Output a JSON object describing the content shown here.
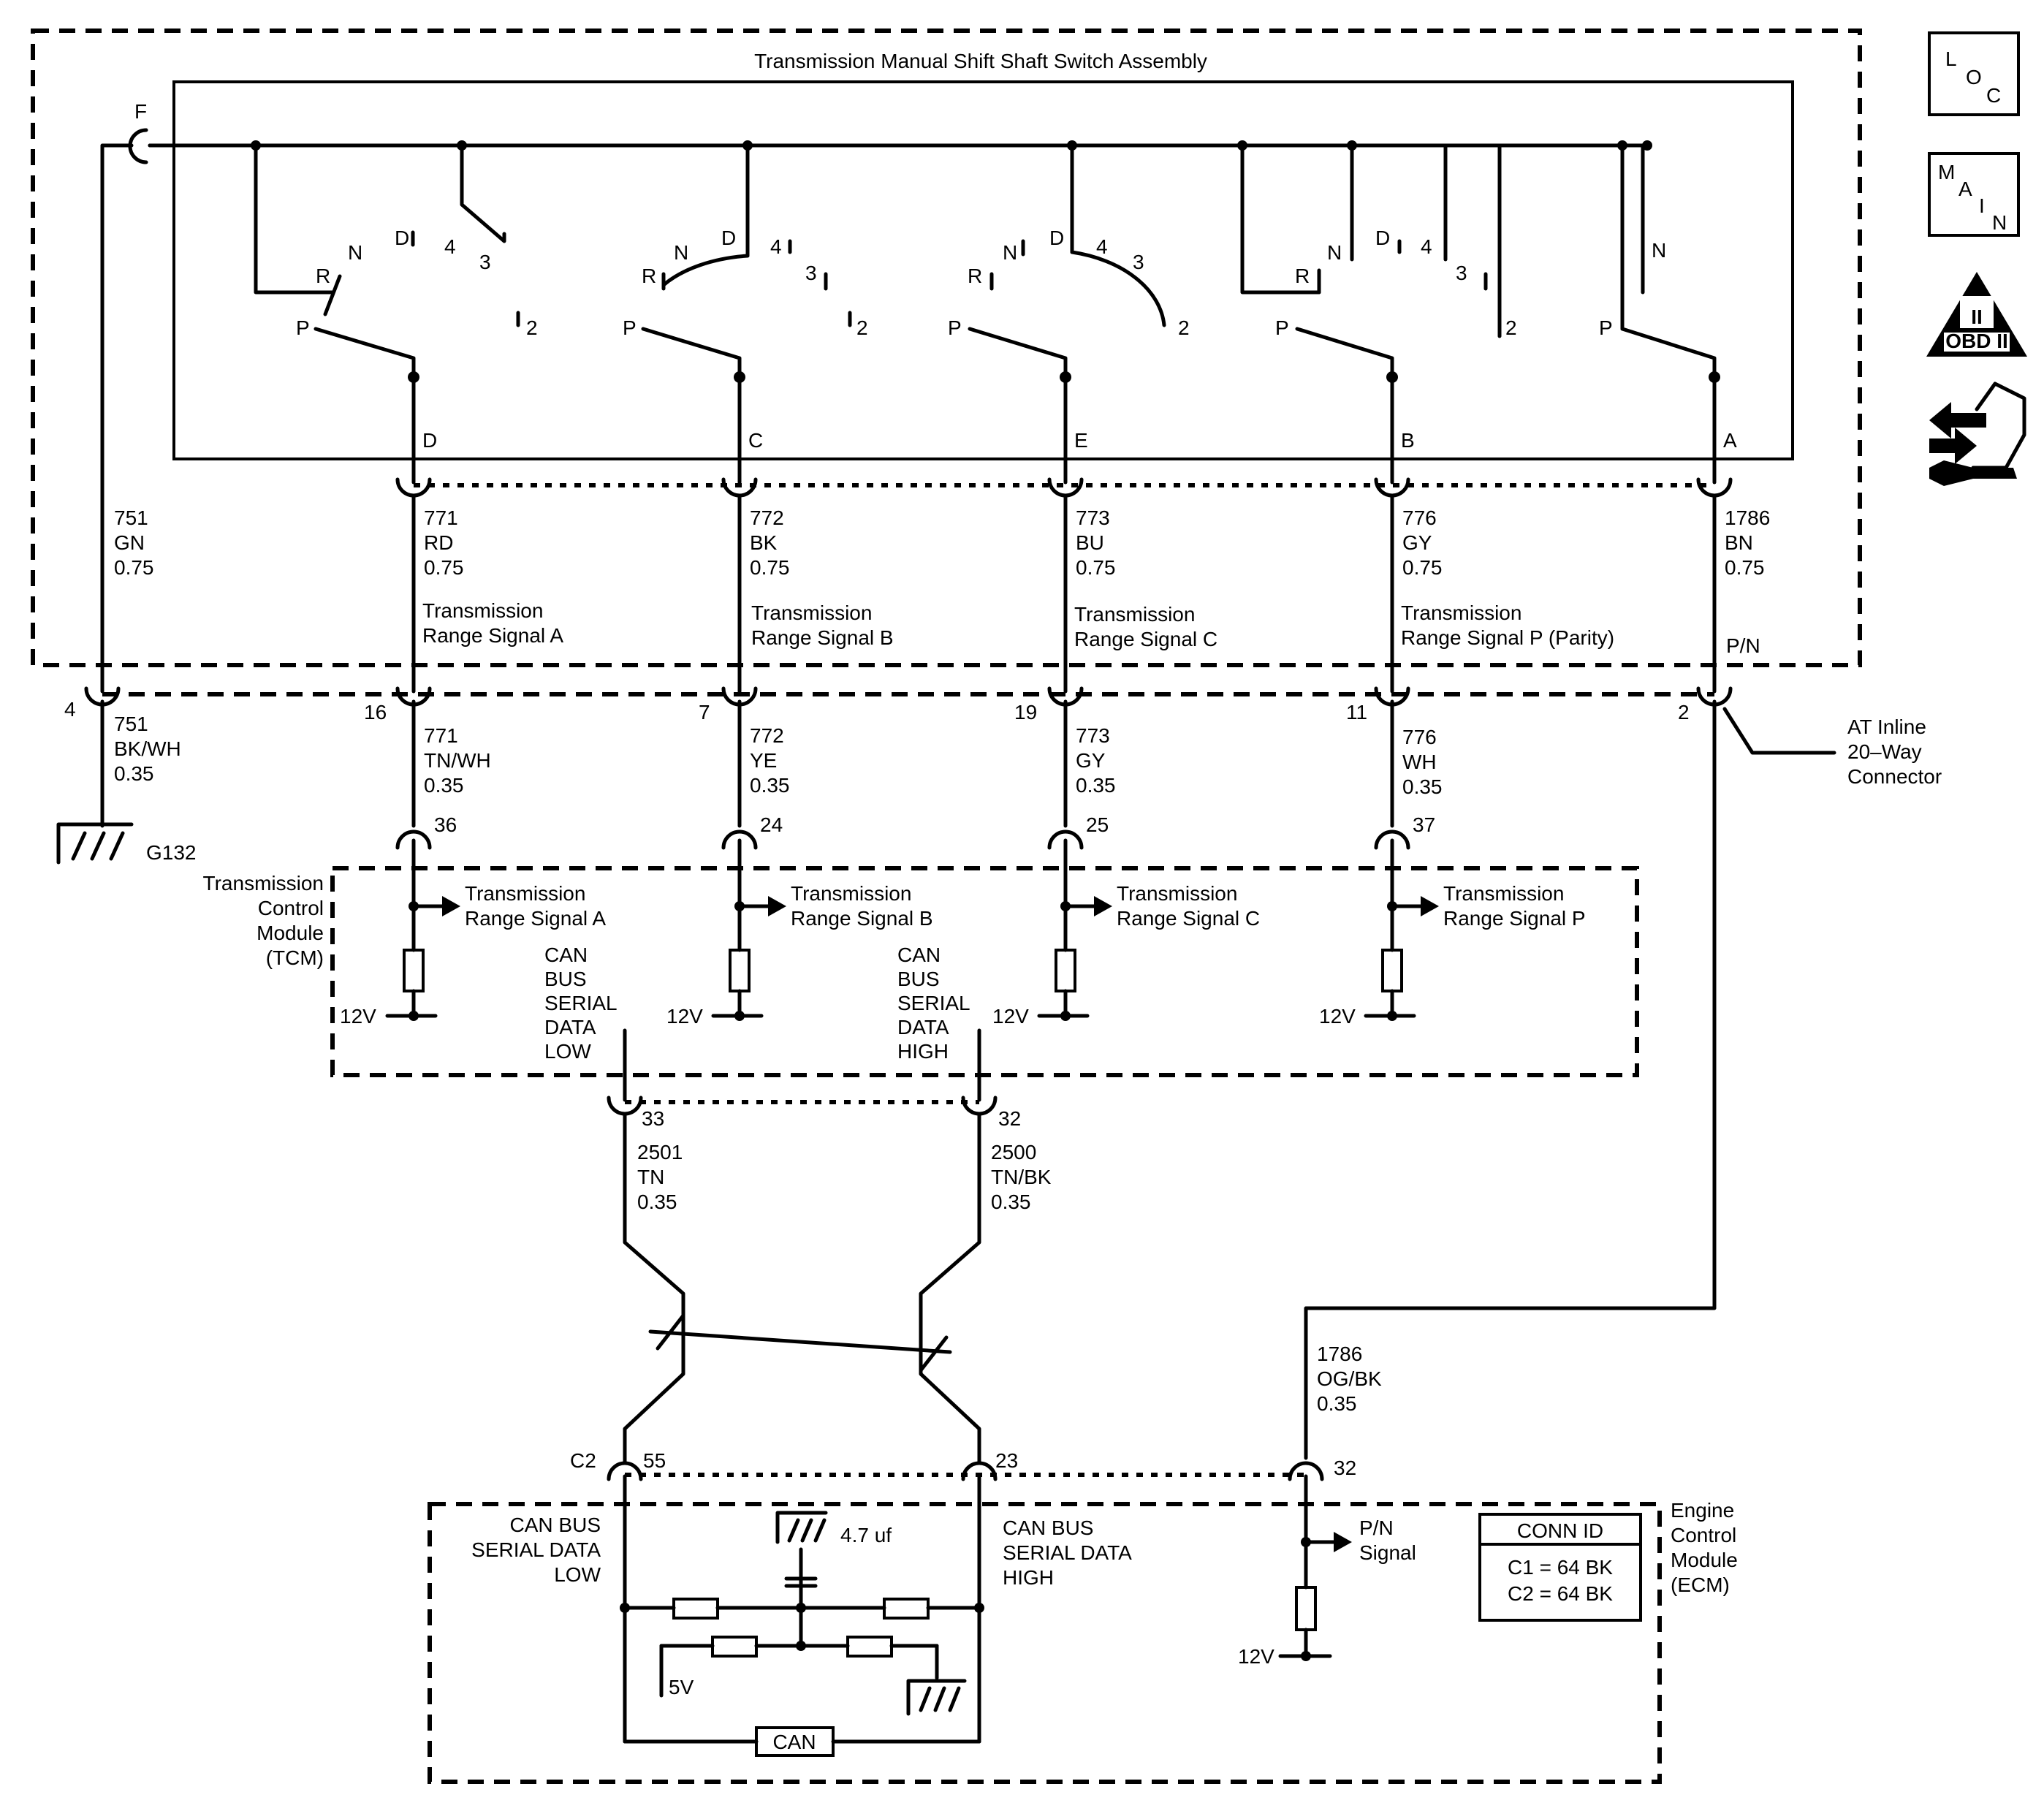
{
  "assembly": {
    "title": "Transmission Manual Shift Shaft Switch Assembly",
    "feed_pin": "F",
    "contacts": [
      {
        "pin": "D",
        "labels": [
          "P",
          "R",
          "N",
          "D",
          "4",
          "3",
          "2"
        ]
      },
      {
        "pin": "C",
        "labels": [
          "P",
          "R",
          "N",
          "D",
          "4",
          "3",
          "2"
        ]
      },
      {
        "pin": "E",
        "labels": [
          "P",
          "R",
          "N",
          "D",
          "4",
          "3",
          "2"
        ]
      },
      {
        "pin": "B",
        "labels": [
          "P",
          "R",
          "N",
          "D",
          "4",
          "3",
          "2"
        ]
      },
      {
        "pin": "A",
        "labels": [
          "P",
          "N"
        ]
      }
    ]
  },
  "circuits_upper": [
    {
      "ckt": "751",
      "color": "GN",
      "size": "0.75",
      "desc1": "",
      "desc2": ""
    },
    {
      "ckt": "771",
      "color": "RD",
      "size": "0.75",
      "desc1": "Transmission",
      "desc2": "Range Signal A"
    },
    {
      "ckt": "772",
      "color": "BK",
      "size": "0.75",
      "desc1": "Transmission",
      "desc2": "Range Signal B"
    },
    {
      "ckt": "773",
      "color": "BU",
      "size": "0.75",
      "desc1": "Transmission",
      "desc2": "Range Signal C"
    },
    {
      "ckt": "776",
      "color": "GY",
      "size": "0.75",
      "desc1": "Transmission",
      "desc2": "Range Signal P (Parity)"
    },
    {
      "ckt": "1786",
      "color": "BN",
      "size": "0.75",
      "desc1": "P/N",
      "desc2": ""
    }
  ],
  "inline_connector": {
    "label": [
      "AT Inline",
      "20–Way",
      "Connector"
    ],
    "pins": [
      "4",
      "16",
      "7",
      "19",
      "11",
      "2"
    ]
  },
  "circuits_lower": [
    {
      "ckt": "751",
      "color": "BK/WH",
      "size": "0.35"
    },
    {
      "ckt": "771",
      "color": "TN/WH",
      "size": "0.35"
    },
    {
      "ckt": "772",
      "color": "YE",
      "size": "0.35"
    },
    {
      "ckt": "773",
      "color": "GY",
      "size": "0.35"
    },
    {
      "ckt": "776",
      "color": "WH",
      "size": "0.35"
    }
  ],
  "ground": "G132",
  "tcm": {
    "label": [
      "Transmission",
      "Control",
      "Module",
      "(TCM)"
    ],
    "pins": [
      "36",
      "24",
      "25",
      "37"
    ],
    "signals": [
      {
        "line1": "Transmission",
        "line2": "Range Signal A"
      },
      {
        "line1": "Transmission",
        "line2": "Range Signal B"
      },
      {
        "line1": "Transmission",
        "line2": "Range Signal C"
      },
      {
        "line1": "Transmission",
        "line2": "Range Signal P"
      }
    ],
    "pullup": "12V",
    "can_low": [
      "CAN",
      "BUS",
      "SERIAL",
      "DATA",
      "LOW"
    ],
    "can_high": [
      "CAN",
      "BUS",
      "SERIAL",
      "DATA",
      "HIGH"
    ],
    "can_pins": [
      "33",
      "32"
    ]
  },
  "can_wires": [
    {
      "ckt": "2501",
      "color": "TN",
      "size": "0.35"
    },
    {
      "ckt": "2500",
      "color": "TN/BK",
      "size": "0.35"
    }
  ],
  "pn_wire": {
    "ckt": "1786",
    "color": "OG/BK",
    "size": "0.35"
  },
  "ecm": {
    "label": [
      "Engine",
      "Control",
      "Module",
      "(ECM)"
    ],
    "connector": "C2",
    "pins": [
      "55",
      "23",
      "32"
    ],
    "can_low": [
      "CAN BUS",
      "SERIAL DATA",
      "LOW"
    ],
    "can_high": [
      "CAN BUS",
      "SERIAL DATA",
      "HIGH"
    ],
    "capacitor": "4.7 uf",
    "five_volt": "5V",
    "can_box": "CAN",
    "pn_signal": [
      "P/N",
      "Signal"
    ],
    "pullup": "12V",
    "conn_id": {
      "title": "CONN ID",
      "rows": [
        "C1 = 64 BK",
        "C2 = 64 BK"
      ]
    }
  },
  "side_icons": {
    "loc": [
      "L",
      "O",
      "C"
    ],
    "main": [
      "M",
      "A",
      "I",
      "N"
    ],
    "obd": {
      "numeral": "II",
      "text": "OBD II"
    }
  }
}
